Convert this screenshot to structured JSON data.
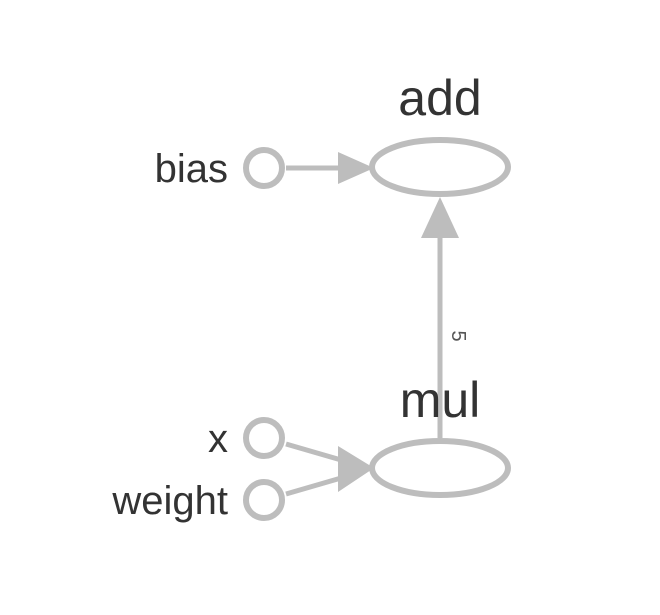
{
  "graph": {
    "nodes": {
      "add": {
        "label": "add",
        "kind": "op"
      },
      "mul": {
        "label": "mul",
        "kind": "op"
      },
      "bias": {
        "label": "bias",
        "kind": "input"
      },
      "x": {
        "label": "x",
        "kind": "input"
      },
      "weight": {
        "label": "weight",
        "kind": "input"
      }
    },
    "edges": [
      {
        "from": "bias",
        "to": "add",
        "label": ""
      },
      {
        "from": "mul",
        "to": "add",
        "label": "5"
      },
      {
        "from": "x",
        "to": "mul",
        "label": ""
      },
      {
        "from": "weight",
        "to": "mul",
        "label": ""
      }
    ],
    "colors": {
      "stroke": "#bdbdbd",
      "text": "#333333",
      "background": "#ffffff"
    }
  }
}
